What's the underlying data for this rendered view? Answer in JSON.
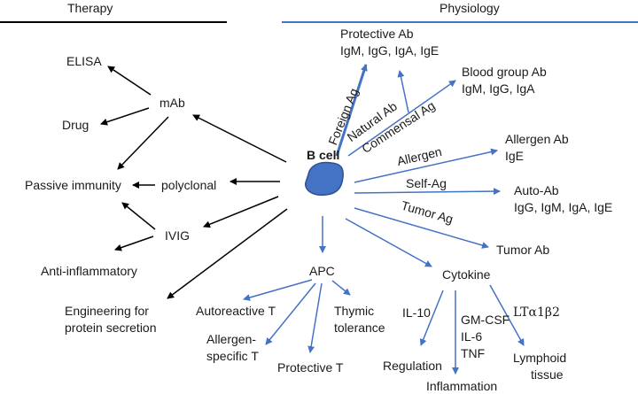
{
  "headers": {
    "therapy": "Therapy",
    "physiology": "Physiology"
  },
  "center": {
    "label": "B cell",
    "color": "#4472c4"
  },
  "colors": {
    "therapy_arrow": "#000000",
    "physiology_arrow": "#4472c4"
  },
  "therapy": {
    "elisa": "ELISA",
    "mab": "mAb",
    "drug": "Drug",
    "passive_immunity": "Passive immunity",
    "polyclonal": "polyclonal",
    "ivig": "IVIG",
    "anti_inflammatory": "Anti-inflammatory",
    "engineering_line1": "Engineering for",
    "engineering_line2": "protein secretion"
  },
  "physiology": {
    "protective_ab": "Protective Ab",
    "protective_ab_isotypes": "IgM, IgG, IgA, IgE",
    "blood_group_ab": "Blood group Ab",
    "blood_group_ab_isotypes": "IgM, IgG, IgA",
    "allergen_ab": "Allergen Ab",
    "allergen_ab_isotypes": "IgE",
    "auto_ab": "Auto-Ab",
    "auto_ab_isotypes": "IgG, IgM, IgA, IgE",
    "tumor_ab": "Tumor Ab",
    "edge_foreign_ag": "Foreign Ag",
    "edge_natural_ab": "Natural Ab",
    "edge_commensal_ag": "Commensal Ag",
    "edge_allergen": "Allergen",
    "edge_self_ag": "Self-Ag",
    "edge_tumor_ag": "Tumor Ag",
    "apc": "APC",
    "autoreactive_t": "Autoreactive T",
    "allergen_specific_t_line1": "Allergen-",
    "allergen_specific_t_line2": "specific T",
    "protective_t": "Protective T",
    "thymic_line1": "Thymic",
    "thymic_line2": "tolerance",
    "cytokine": "Cytokine",
    "il10": "IL-10",
    "gmcsf": "GM-CSF",
    "il6": "IL-6",
    "tnf": "TNF",
    "lta1b2": "LTα1β2",
    "regulation": "Regulation",
    "inflammation": "Inflammation",
    "lymphoid_line1": "Lymphoid",
    "lymphoid_line2": "tissue"
  }
}
